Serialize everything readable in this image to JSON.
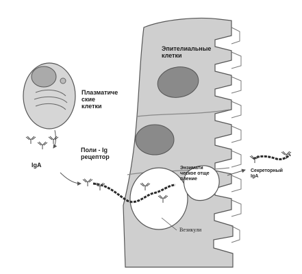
{
  "labels": {
    "epithelial": "Эпителиальные\nклетки",
    "plasma": "Плазматиче\nские\nклетки",
    "iga": "IgA",
    "poly_ig": "Поли - Ig\nрецептор",
    "enzymatic": "Энзимати\nческое отще\nпление",
    "secretory": "Секреторный\nIgA",
    "vesicle": "Везикули"
  },
  "colors": {
    "tissue": "#cfcfcf",
    "nucleus": "#8a8a8a",
    "outline": "#555555",
    "vesicle": "#ffffff",
    "chain": "#2a2a2a"
  }
}
